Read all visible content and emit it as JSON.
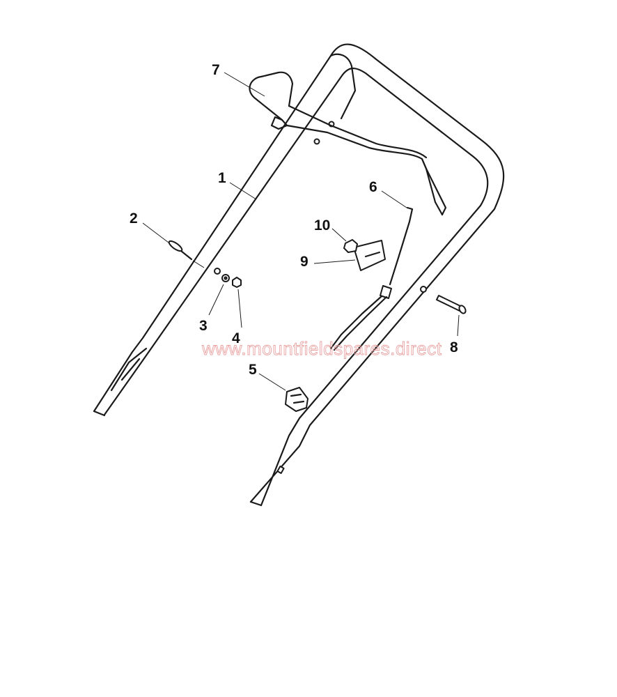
{
  "watermark": "www.mountfieldspares.direct",
  "callouts": [
    {
      "id": "1",
      "label": "1"
    },
    {
      "id": "2",
      "label": "2"
    },
    {
      "id": "3",
      "label": "3"
    },
    {
      "id": "4",
      "label": "4"
    },
    {
      "id": "5",
      "label": "5"
    },
    {
      "id": "6",
      "label": "6"
    },
    {
      "id": "7",
      "label": "7"
    },
    {
      "id": "8",
      "label": "8"
    },
    {
      "id": "9",
      "label": "9"
    },
    {
      "id": "10",
      "label": "10"
    }
  ],
  "colors": {
    "line": "#1a1a1a",
    "watermark": "#e9a3a3",
    "background": "#ffffff"
  }
}
